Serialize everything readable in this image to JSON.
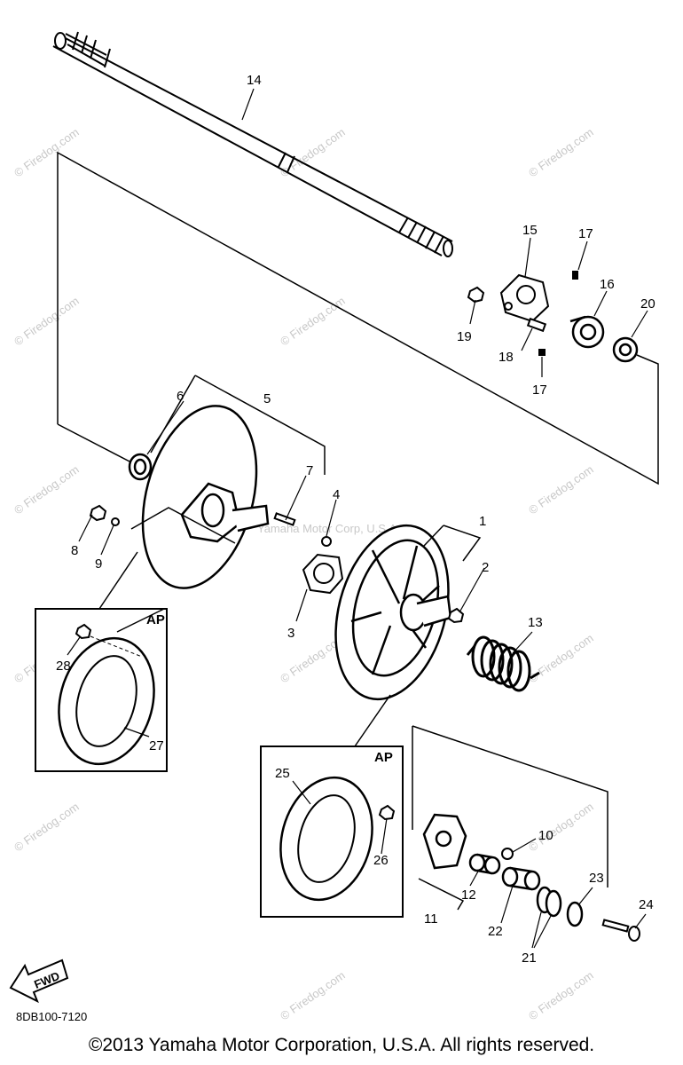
{
  "watermark": "© Firedog.com",
  "center_watermark": "Yamaha Motor Corp, U.S.A.",
  "part_labels": [
    "1",
    "2",
    "3",
    "4",
    "5",
    "6",
    "7",
    "8",
    "9",
    "10",
    "11",
    "12",
    "13",
    "14",
    "15",
    "16",
    "17",
    "17",
    "18",
    "19",
    "20",
    "21",
    "22",
    "23",
    "24",
    "25",
    "26",
    "27",
    "28"
  ],
  "ap_box_left": {
    "title": "AP",
    "labels": [
      "28",
      "27"
    ]
  },
  "ap_box_right": {
    "title": "AP",
    "labels": [
      "25",
      "26"
    ]
  },
  "fwd_label": "FWD",
  "diagram_code": "8DB100-7120",
  "copyright": "©2013 Yamaha Motor Corporation, U.S.A. All rights reserved."
}
